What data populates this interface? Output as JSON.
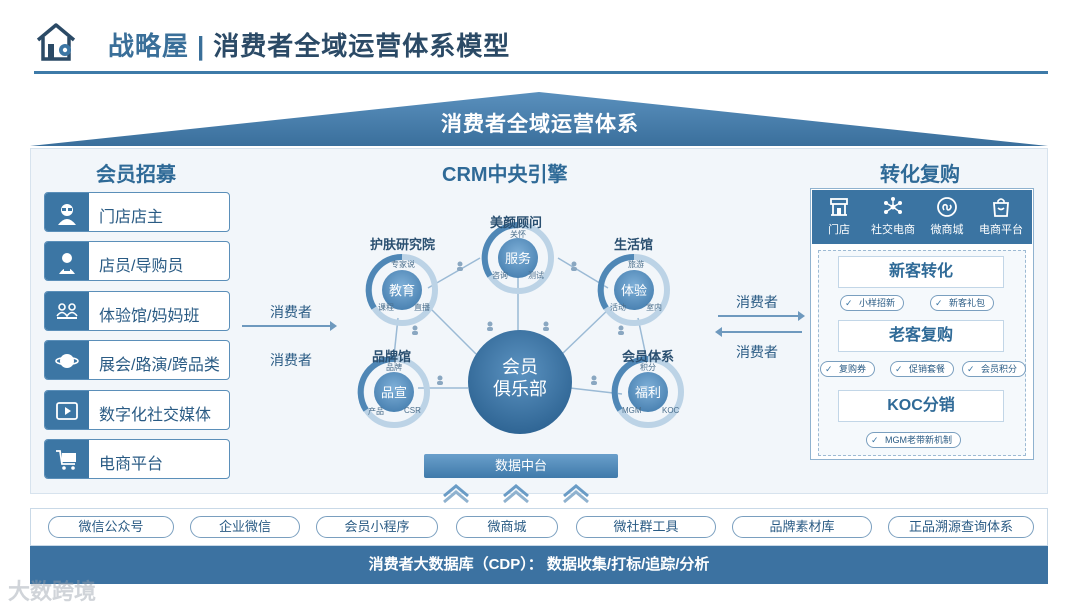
{
  "header": {
    "prefix": "战略屋",
    "separator": "|",
    "title": "消费者全域运营体系模型"
  },
  "roof": {
    "title": "消费者全域运营体系"
  },
  "left": {
    "title": "会员招募",
    "items": [
      {
        "label": "门店店主",
        "icon": "store-owner-icon"
      },
      {
        "label": "店员/导购员",
        "icon": "clerk-icon"
      },
      {
        "label": "体验馆/妈妈班",
        "icon": "group-icon"
      },
      {
        "label": "展会/路演/跨品类",
        "icon": "planet-icon"
      },
      {
        "label": "数字化社交媒体",
        "icon": "video-icon"
      },
      {
        "label": "电商平台",
        "icon": "ecommerce-cart-icon"
      }
    ]
  },
  "flows": {
    "left_top": "消费者",
    "left_bottom": "消费者",
    "right_top": "消费者",
    "right_bottom": "消费者"
  },
  "center": {
    "title": "CRM中央引擎",
    "hub": {
      "line1": "会员",
      "line2": "俱乐部"
    },
    "nodes": {
      "beauty": {
        "title": "美颜顾问",
        "core": "服务",
        "top": "关怀",
        "left": "咨询",
        "right": "测试"
      },
      "skincare": {
        "title": "护肤研究院",
        "core": "教育",
        "top": "专家说",
        "left": "课程",
        "right": "直播"
      },
      "life": {
        "title": "生活馆",
        "core": "体验",
        "top": "旅游",
        "left": "活动",
        "right": "室内"
      },
      "brand": {
        "title": "品牌馆",
        "core": "品宣",
        "top": "品牌",
        "left": "产品",
        "right": "CSR"
      },
      "member": {
        "title": "会员体系",
        "core": "福利",
        "top": "积分",
        "left": "MGM",
        "right": "KOC"
      }
    },
    "data_platform": "数据中台"
  },
  "right": {
    "title": "转化复购",
    "channels": [
      {
        "label": "门店",
        "icon": "store-icon"
      },
      {
        "label": "社交电商",
        "icon": "network-icon"
      },
      {
        "label": "微商城",
        "icon": "mini-program-icon"
      },
      {
        "label": "电商平台",
        "icon": "shopping-bag-icon"
      }
    ],
    "stages": [
      {
        "title": "新客转化",
        "tags": [
          "小样招新",
          "新客礼包"
        ]
      },
      {
        "title": "老客复购",
        "tags": [
          "复购券",
          "促销套餐",
          "会员积分"
        ]
      },
      {
        "title": "KOC分销",
        "tags": [
          "MGM老带新机制"
        ]
      }
    ]
  },
  "sources": [
    "微信公众号",
    "企业微信",
    "会员小程序",
    "微商城",
    "微社群工具",
    "品牌素材库",
    "正品溯源查询体系"
  ],
  "cdp": "消费者大数据库（CDP）：  数据收集/打标/追踪/分析",
  "watermark": "大数跨境",
  "colors": {
    "primary": "#3c76a4",
    "dark": "#2f5f86",
    "light_bg": "#f2f6fa"
  }
}
